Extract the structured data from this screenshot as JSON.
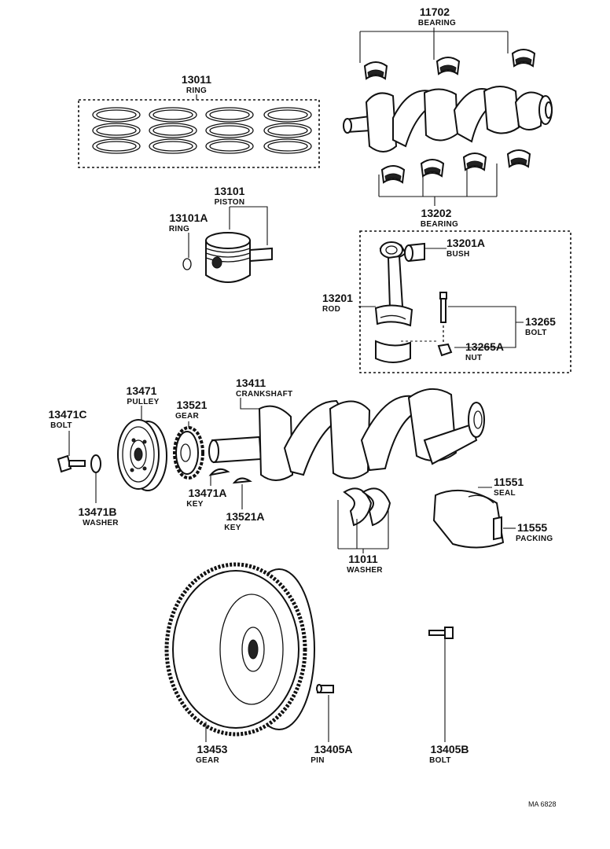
{
  "parts": {
    "p11702": {
      "number": "11702",
      "name": "BEARING"
    },
    "p13011": {
      "number": "13011",
      "name": "RING"
    },
    "p13101": {
      "number": "13101",
      "name": "PISTON"
    },
    "p13101A": {
      "number": "13101A",
      "name": "RING"
    },
    "p13202": {
      "number": "13202",
      "name": "BEARING"
    },
    "p13201A": {
      "number": "13201A",
      "name": "BUSH"
    },
    "p13201": {
      "number": "13201",
      "name": "ROD"
    },
    "p13265": {
      "number": "13265",
      "name": "BOLT"
    },
    "p13265A": {
      "number": "13265A",
      "name": "NUT"
    },
    "p13471C": {
      "number": "13471C",
      "name": "BOLT"
    },
    "p13471": {
      "number": "13471",
      "name": "PULLEY"
    },
    "p13521": {
      "number": "13521",
      "name": "GEAR"
    },
    "p13411": {
      "number": "13411",
      "name": "CRANKSHAFT"
    },
    "p13471B": {
      "number": "13471B",
      "name": "WASHER"
    },
    "p13471A": {
      "number": "13471A",
      "name": "KEY"
    },
    "p13521A": {
      "number": "13521A",
      "name": "KEY"
    },
    "p11551": {
      "number": "11551",
      "name": "SEAL"
    },
    "p11555": {
      "number": "11555",
      "name": "PACKING"
    },
    "p11011": {
      "number": "11011",
      "name": "WASHER"
    },
    "p13453": {
      "number": "13453",
      "name": "GEAR"
    },
    "p13405A": {
      "number": "13405A",
      "name": "PIN"
    },
    "p13405B": {
      "number": "13405B",
      "name": "BOLT"
    }
  },
  "drawing_code": "MA 6828"
}
